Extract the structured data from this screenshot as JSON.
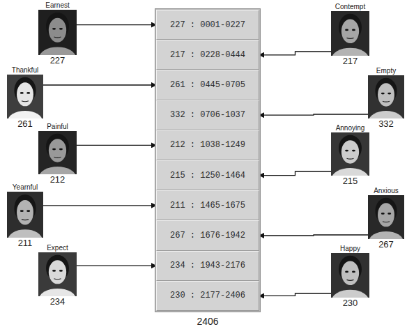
{
  "diagram": {
    "nodes": [
      {
        "text": [
          "2406"
        ]
      },
      {
        "text": [
          "227 : 0001-0227"
        ],
        "in": 0
      },
      {
        "text": [
          "217 : 0228-0444"
        ],
        "in": 0
      },
      {
        "text": [
          "261 : 0445-0705"
        ],
        "in": 0
      },
      {
        "text": [
          "332 : 0706-1037"
        ],
        "in": 0
      },
      {
        "text": [
          "212 : 1038-1249"
        ],
        "in": 0
      },
      {
        "text": [
          "215 : 1250-1464"
        ],
        "in": 0
      },
      {
        "text": [
          "211 : 1465-1675"
        ],
        "in": 0
      },
      {
        "text": [
          "267 : 1676-1942"
        ],
        "in": 0
      },
      {
        "text": [
          "234 : 1943-2176"
        ],
        "in": 0
      },
      {
        "text": [
          "230 : 2177-2406"
        ],
        "in": 0
      },
      {
        "text": [
          "Earnest",
          "227"
        ]
      },
      {
        "text": [
          "Contempt",
          "217"
        ]
      },
      {
        "text": [
          "Thankful",
          "261"
        ]
      },
      {
        "text": [
          "Empty",
          "332"
        ]
      },
      {
        "text": [
          "Painful",
          "212"
        ]
      },
      {
        "text": [
          "Annoying",
          "215"
        ]
      },
      {
        "text": [
          "Yearnful",
          "211"
        ]
      },
      {
        "text": [
          "Anxious",
          "267"
        ]
      },
      {
        "text": [
          "Expect",
          "234"
        ]
      },
      {
        "text": [
          "Happy",
          "230"
        ]
      }
    ],
    "edges": [
      {
        "from": 11,
        "to": 1,
        "arrow": "to"
      },
      {
        "from": 12,
        "to": 2,
        "arrow": "to"
      },
      {
        "from": 13,
        "to": 3,
        "arrow": "to"
      },
      {
        "from": 14,
        "to": 4,
        "arrow": "to"
      },
      {
        "from": 15,
        "to": 5,
        "arrow": "to"
      },
      {
        "from": 16,
        "to": 6,
        "arrow": "to"
      },
      {
        "from": 17,
        "to": 7,
        "arrow": "to"
      },
      {
        "from": 18,
        "to": 8,
        "arrow": "to"
      },
      {
        "from": 19,
        "to": 9,
        "arrow": "to"
      },
      {
        "from": 20,
        "to": 10,
        "arrow": "to"
      }
    ]
  }
}
